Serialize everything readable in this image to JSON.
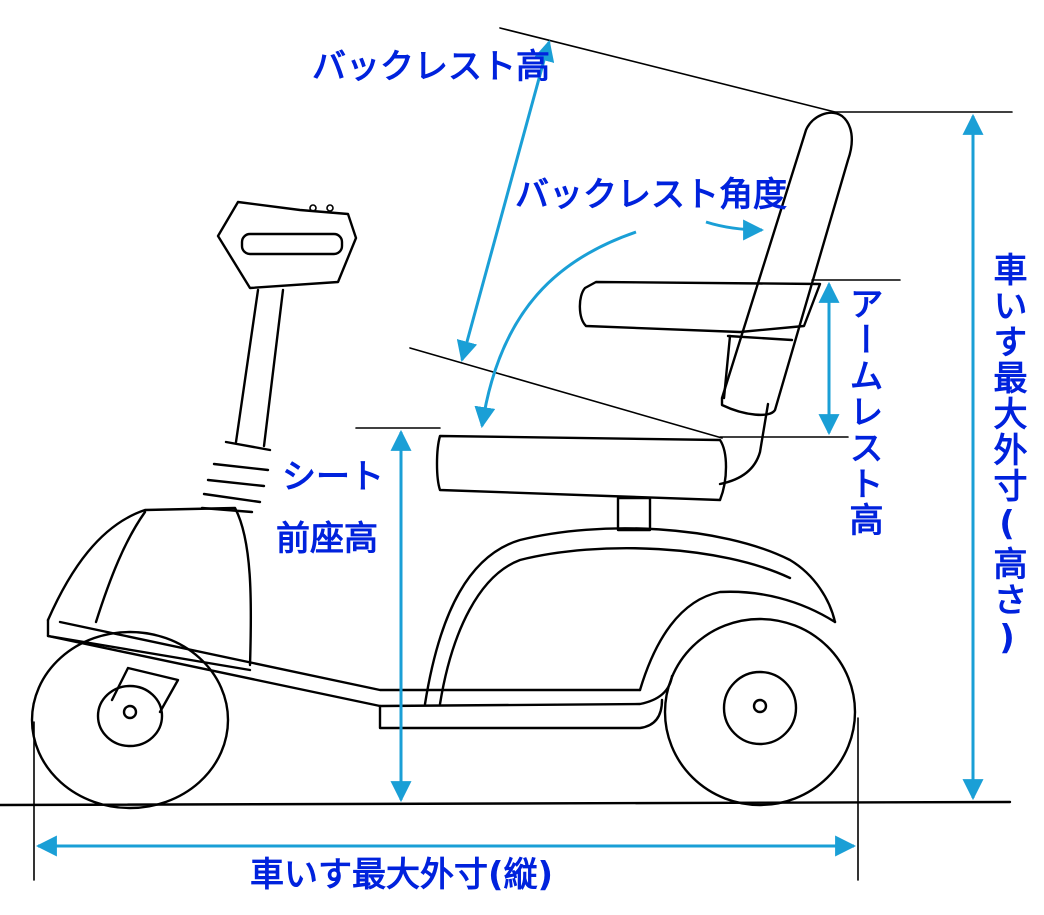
{
  "colors": {
    "label": "#0022dd",
    "dimension": "#1a9fd6",
    "outline": "#000000"
  },
  "labels": {
    "backrest_height": "バックレスト高",
    "backrest_angle": "バックレスト角度",
    "seat_front_line1": "シート",
    "seat_front_line2": "前座高",
    "armrest_height": "アームレスト高",
    "total_height": "車いす最大外寸(高さ)",
    "total_length": "車いす最大外寸(縦)"
  }
}
